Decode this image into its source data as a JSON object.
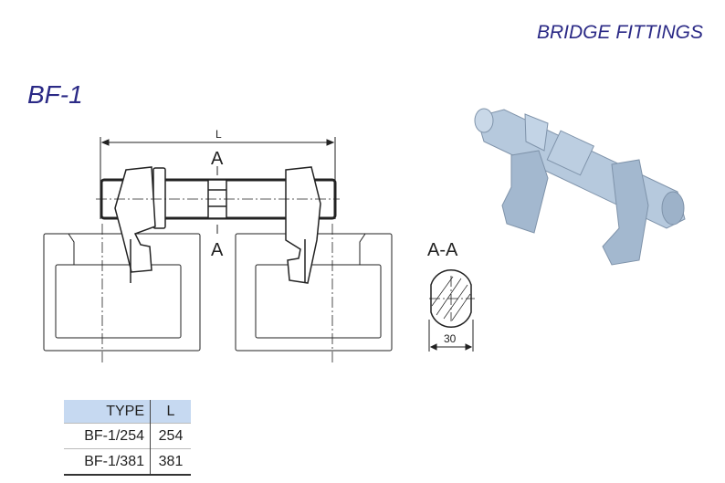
{
  "header": {
    "title": "BRIDGE FITTINGS"
  },
  "model": {
    "name": "BF-1"
  },
  "drawing": {
    "dimension_L": "L",
    "section_mark_top": "A",
    "section_mark_bottom": "A",
    "section_title": "A-A",
    "section_diameter": "30"
  },
  "spec_table": {
    "headers": [
      "TYPE",
      "L"
    ],
    "rows": [
      [
        "BF-1/254",
        "254"
      ],
      [
        "BF-1/381",
        "381"
      ]
    ]
  },
  "colors": {
    "title": "#2b2a86",
    "table_header": "#c6d9f1",
    "render": "#a9bfd6"
  }
}
